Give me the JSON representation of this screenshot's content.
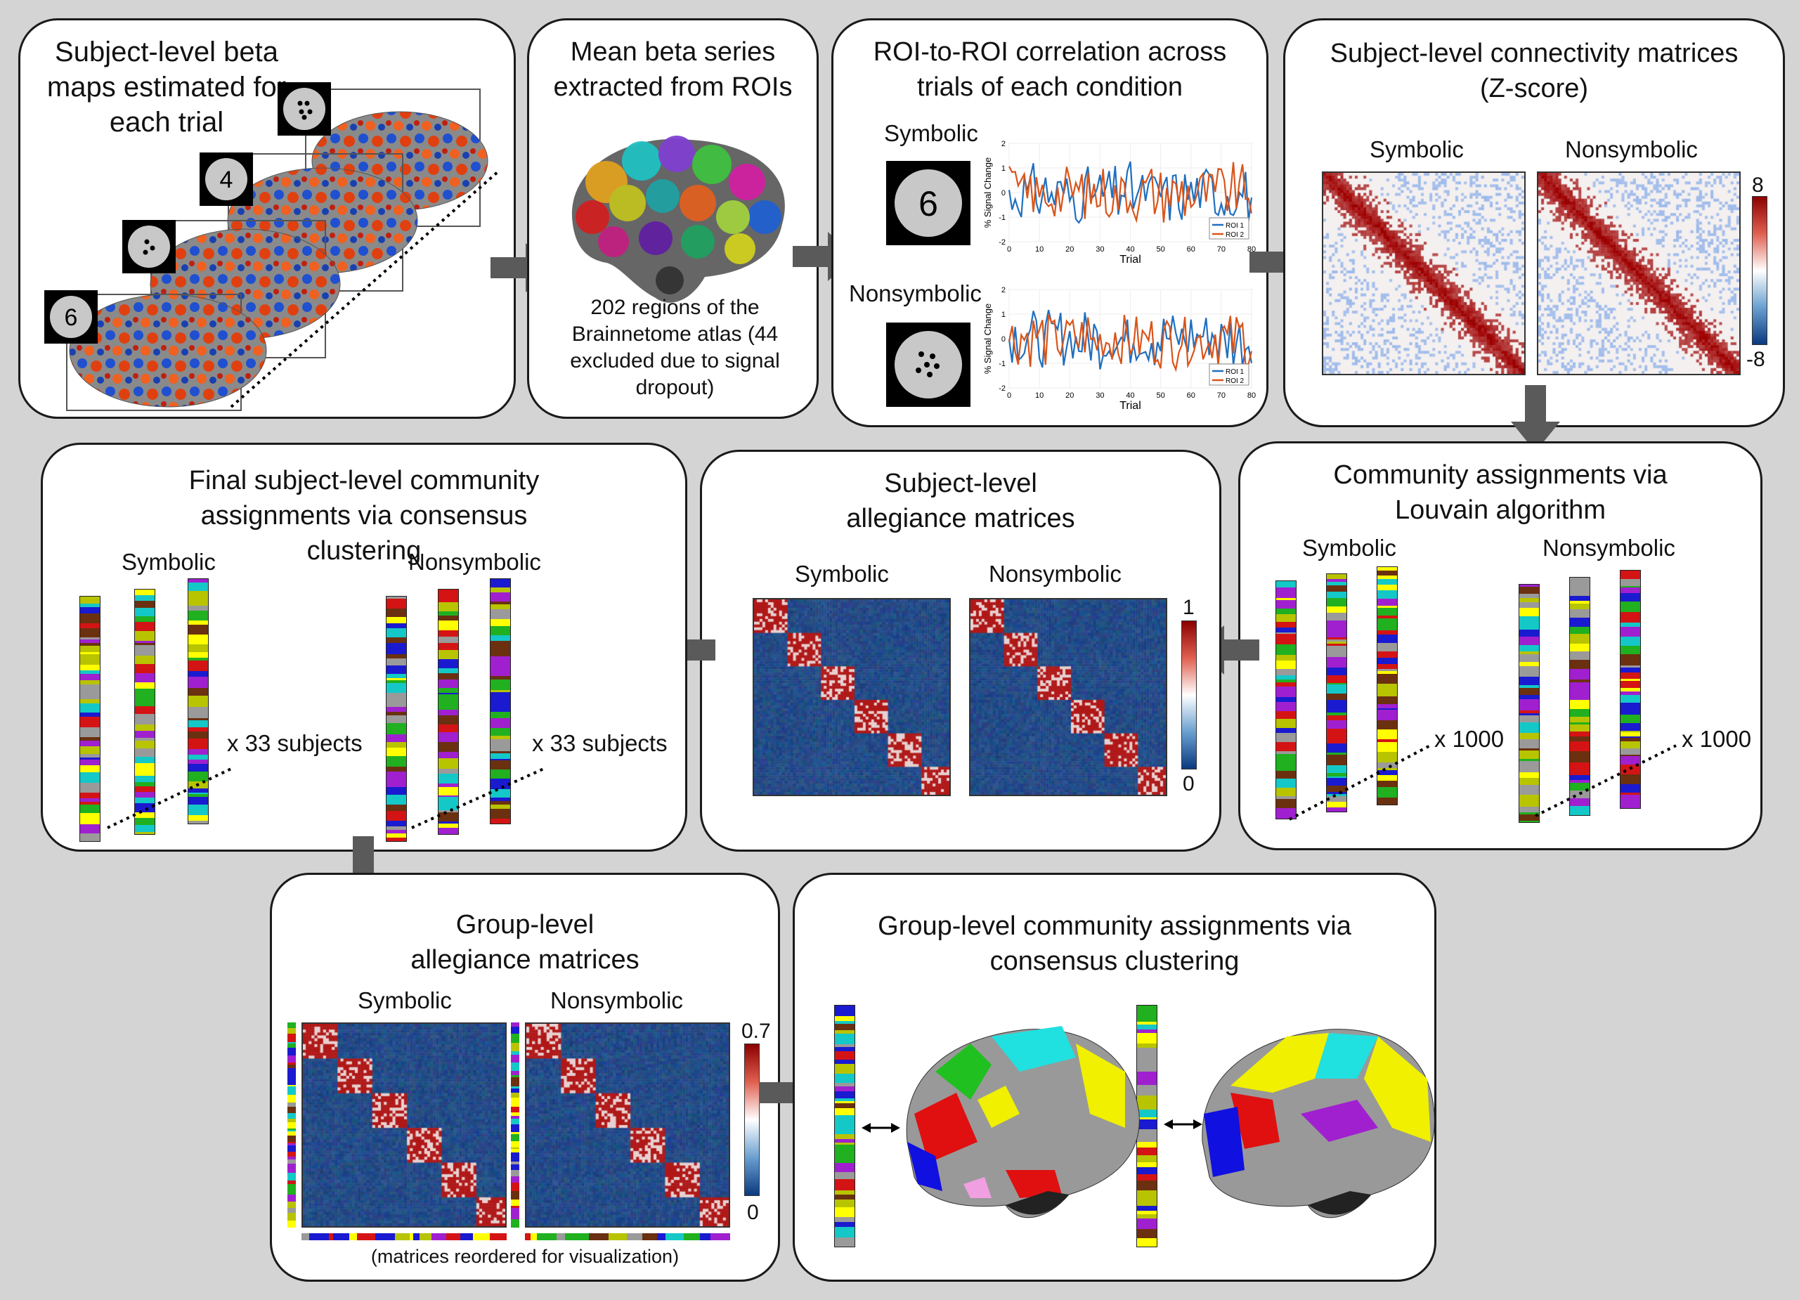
{
  "panels": {
    "beta_maps": {
      "title": "Subject-level beta maps estimated for each trial",
      "stimuli": [
        "6",
        "4"
      ]
    },
    "mean_beta": {
      "title": "Mean beta series extracted from ROIs",
      "caption": "202 regions of the Brainnetome atlas (44 excluded due to signal dropout)"
    },
    "roi_corr": {
      "title": "ROI-to-ROI correlation across trials of each condition",
      "symbolic_label": "Symbolic",
      "nonsymbolic_label": "Nonsymbolic",
      "digit": "6",
      "ylabel": "% Signal Change",
      "xlabel": "Trial",
      "legend": [
        "ROI 1",
        "ROI 2"
      ],
      "xticks": [
        "0",
        "10",
        "20",
        "30",
        "40",
        "50",
        "60",
        "70",
        "80"
      ],
      "yticks": [
        "2",
        "1",
        "0",
        "-1",
        "-2"
      ]
    },
    "connectivity": {
      "title": "Subject-level connectivity matrices (Z-score)",
      "symbolic_label": "Symbolic",
      "nonsymbolic_label": "Nonsymbolic",
      "cbar_max": "8",
      "cbar_min": "-8"
    },
    "louvain": {
      "title": "Community assignments via Louvain algorithm",
      "symbolic_label": "Symbolic",
      "nonsymbolic_label": "Nonsymbolic",
      "mult_sym": "x 1000",
      "mult_nonsym": "x 1000"
    },
    "allegiance": {
      "title": "Subject-level allegiance matrices",
      "symbolic_label": "Symbolic",
      "nonsymbolic_label": "Nonsymbolic",
      "cbar_max": "1",
      "cbar_min": "0"
    },
    "final_assign": {
      "title": "Final subject-level community assignments via consensus clustering",
      "symbolic_label": "Symbolic",
      "nonsymbolic_label": "Nonsymbolic",
      "mult_sym": "x 33 subjects",
      "mult_nonsym": "x 33 subjects"
    },
    "group_allegiance": {
      "title": "Group-level allegiance matrices",
      "symbolic_label": "Symbolic",
      "nonsymbolic_label": "Nonsymbolic",
      "cbar_max": "0.7",
      "cbar_min": "0",
      "caption": "(matrices reordered for visualization)"
    },
    "group_assign": {
      "title": "Group-level community assignments via consensus clustering"
    }
  },
  "colors": {
    "community": [
      "#1a1ad0",
      "#b8c400",
      "#d41414",
      "#14c8c8",
      "#9a9a9a",
      "#6b3010",
      "#a020d0",
      "#20b020",
      "#ffff00"
    ],
    "blue_dark": "#1a3a7a",
    "red_dark": "#8b0000",
    "roi1": "#1f6fbf",
    "roi2": "#d9541a",
    "arrow": "#5a5a5a"
  }
}
